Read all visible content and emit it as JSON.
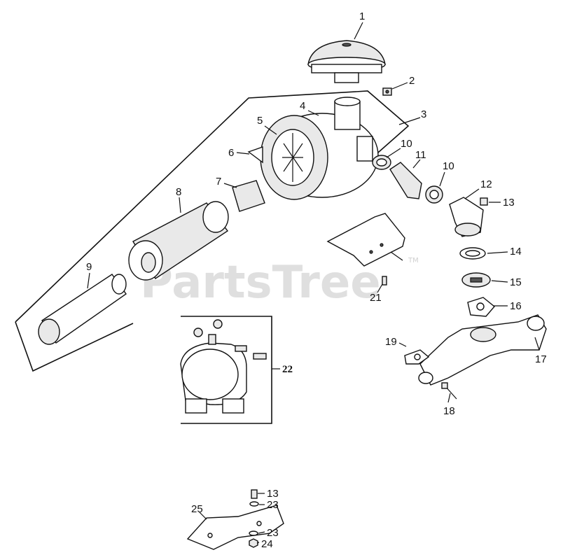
{
  "watermark": {
    "text": "PartsTree",
    "trademark": "TM"
  },
  "callouts": {
    "c1": "1",
    "c2": "2",
    "c3": "3",
    "c4": "4",
    "c5": "5",
    "c6": "6",
    "c7": "7",
    "c8": "8",
    "c9": "9",
    "c10a": "10",
    "c10b": "10",
    "c11": "11",
    "c12": "12",
    "c13a": "13",
    "c13b": "13",
    "c14": "14",
    "c15": "15",
    "c16": "16",
    "c17": "17",
    "c18": "18",
    "c19": "19",
    "c21": "21",
    "c22": "22",
    "c23a": "23",
    "c23b": "23",
    "c24": "24",
    "c25": "25"
  }
}
